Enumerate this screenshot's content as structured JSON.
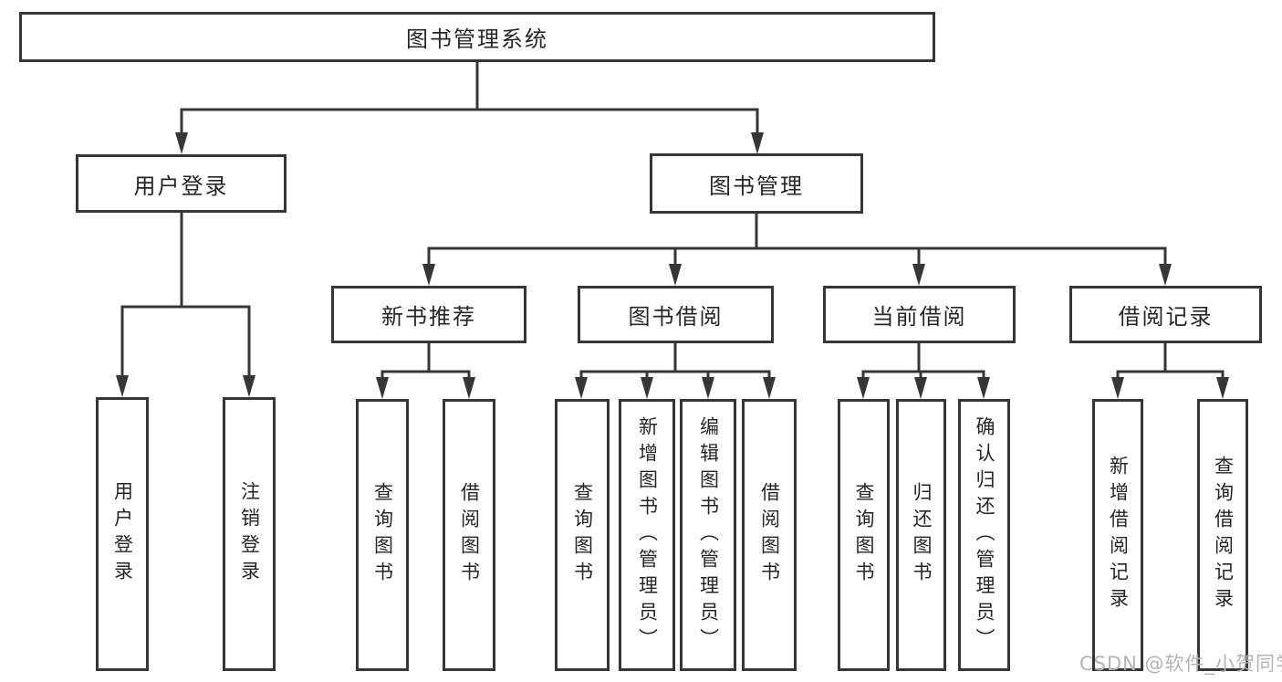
{
  "colors": {
    "background": "#ffffff",
    "line": "#363636",
    "border": "#363636",
    "text": "#262626",
    "watermark": "#b4b4b4"
  },
  "watermark": "CSDN @软件_小贺同学",
  "tree": {
    "label": "图书管理系统",
    "children": [
      {
        "label": "用户登录",
        "children": [
          {
            "label": "用户登录"
          },
          {
            "label": "注销登录"
          }
        ]
      },
      {
        "label": "图书管理",
        "children": [
          {
            "label": "新书推荐",
            "children": [
              {
                "label": "查询图书"
              },
              {
                "label": "借阅图书"
              }
            ]
          },
          {
            "label": "图书借阅",
            "children": [
              {
                "label": "查询图书"
              },
              {
                "label": "新增图书（管理员）"
              },
              {
                "label": "编辑图书（管理员）"
              },
              {
                "label": "借阅图书"
              }
            ]
          },
          {
            "label": "当前借阅",
            "children": [
              {
                "label": "查询图书"
              },
              {
                "label": "归还图书"
              },
              {
                "label": "确认归还（管理员）"
              }
            ]
          },
          {
            "label": "借阅记录",
            "children": [
              {
                "label": "新增借阅记录"
              },
              {
                "label": "查询借阅记录"
              }
            ]
          }
        ]
      }
    ]
  }
}
